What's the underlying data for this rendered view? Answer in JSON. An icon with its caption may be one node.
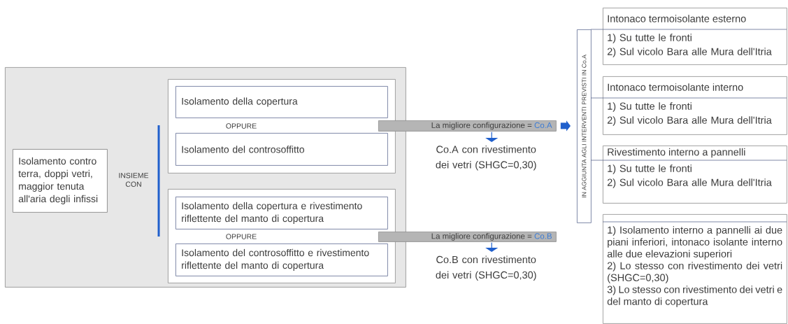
{
  "diagram": {
    "nodes": [
      {
        "text": [],
        "shape": "box"
      },
      {
        "text": [
          "Isolamento contro terra, doppi vetri, maggior tenuta all'aria degli infissi"
        ],
        "in": 0
      },
      {
        "text": [],
        "shape": "box",
        "in": 0
      },
      {
        "text": [
          "Isolamento della copertura"
        ],
        "in": 2
      },
      {
        "text": [
          "Isolamento del controsoffitto"
        ],
        "in": 2
      },
      {
        "text": [],
        "shape": "box",
        "in": 0
      },
      {
        "text": [
          "Isolamento della copertura e rivestimento riflettente del manto di copertura"
        ],
        "in": 5
      },
      {
        "text": [
          "Isolamento del controsoffitto e rivestimento riflettente del manto di copertura"
        ],
        "in": 5
      },
      {
        "text": [
          "La migliore configurazione =",
          "Co.A"
        ]
      },
      {
        "text": [
          "Co.A con rivestimento dei vetri (SHGC=0,30)"
        ]
      },
      {
        "text": [
          "La migliore configurazione =",
          "Co.B"
        ]
      },
      {
        "text": [
          "Co.B con rivestimento dei vetri (SHGC=0,30)"
        ]
      },
      {
        "text": [
          "IN AGGIUNTA AGLI INTERVENTI PREVISTI IN Co.A"
        ]
      },
      {
        "text": [
          "Intonaco termoisolante esterno",
          "1) Su tutte le fronti",
          "2) Sul vicolo Bara alle Mura dell'Itria"
        ]
      },
      {
        "text": [
          "Intonaco termoisolante interno",
          "1) Su tutte le fronti",
          "2) Sul vicolo Bara alle Mura dell'Itria"
        ]
      },
      {
        "text": [
          "Rivestimento interno a pannelli",
          "1) Su tutte le fronti",
          "2) Sul vicolo Bara alle Mura dell'Itria"
        ]
      },
      {
        "text": [
          "1) Isolamento interno a pannelli ai due piani inferiori, intonaco isolante interno alle due elevazioni superiori",
          "2) Lo stesso con rivestimento dei vetri (SHGC=0,30)",
          "3) Lo stesso con rivestimento dei vetri e del manto di copertura"
        ]
      }
    ],
    "edges": [
      {
        "from": 8,
        "to": 12,
        "arrow": "to",
        "style": "thick"
      },
      {
        "from": 8,
        "to": 9,
        "arrow": "to"
      },
      {
        "from": 10,
        "to": 11,
        "arrow": "to"
      }
    ],
    "labels": [
      "INSIEME CON",
      "OPPURE",
      "OPPURE"
    ]
  }
}
